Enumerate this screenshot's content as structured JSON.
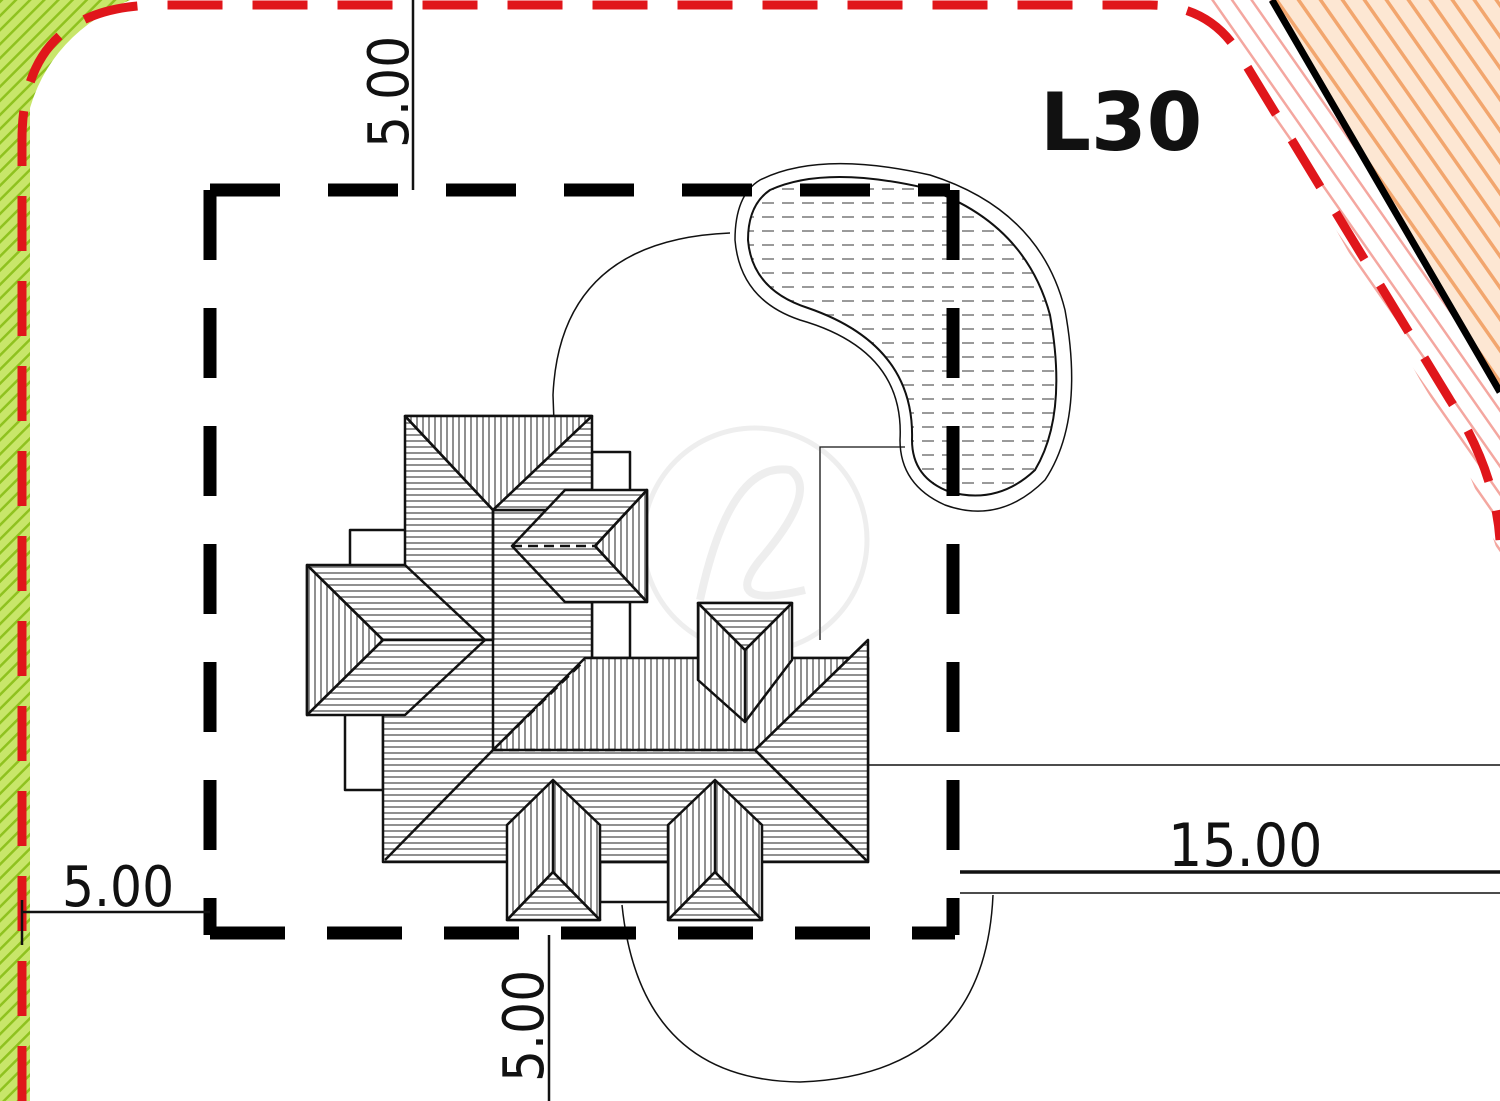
{
  "lot": {
    "label": "L30"
  },
  "dimensions": {
    "top_setback": "5.00",
    "left_setback": "5.00",
    "bottom_setback": "5.00",
    "road_frontage": "15.00"
  },
  "colors": {
    "lot_boundary": "#e0161b",
    "building_envelope": "#000000",
    "green_zone": "#9ccc2f",
    "orange_zone": "#f2a66e",
    "pink_zone": "#f4a7a0",
    "line": "#111111",
    "roof_hatch": "#555555",
    "pool_hatch": "#9a9a9a"
  },
  "icons": {
    "watermark": "watermark-logo-icon"
  }
}
